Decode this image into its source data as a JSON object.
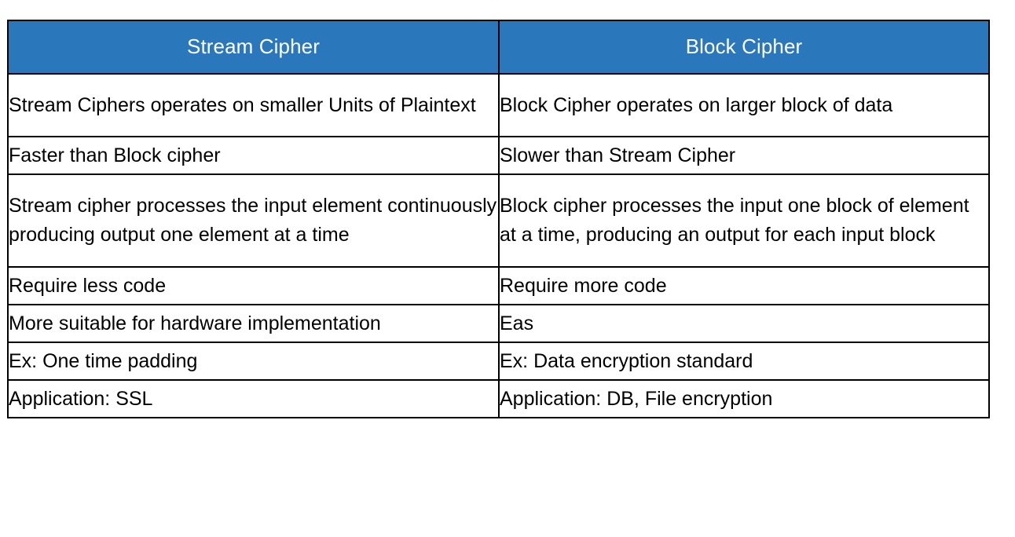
{
  "table": {
    "name": "stream-cipher-vs-block-cipher-comparison",
    "accent_color": "#2a77bc",
    "header_text_color": "#ffffff",
    "body_text_color": "#000000",
    "border_color": "#000000",
    "columns": [
      {
        "id": "stream",
        "label": "Stream Cipher"
      },
      {
        "id": "block",
        "label": "Block Cipher"
      }
    ],
    "rows": [
      {
        "stream": "Stream Ciphers operates on smaller Units of Plaintext",
        "block": "Block Cipher operates on larger block of data"
      },
      {
        "stream": "Faster than Block cipher",
        "block": "Slower than Stream Cipher"
      },
      {
        "stream": "Stream cipher processes the input element continuously producing output one element at a time",
        "block": "Block cipher processes the input one block of element at a time, producing an output for each input block"
      },
      {
        "stream": "Require less code",
        "block": "Require more code"
      },
      {
        "stream": "More suitable for hardware implementation",
        "block": "Eas"
      },
      {
        "stream": "Ex: One time padding",
        "block": "Ex: Data encryption standard"
      },
      {
        "stream": "Application: SSL",
        "block": "Application: DB, File encryption"
      }
    ]
  }
}
